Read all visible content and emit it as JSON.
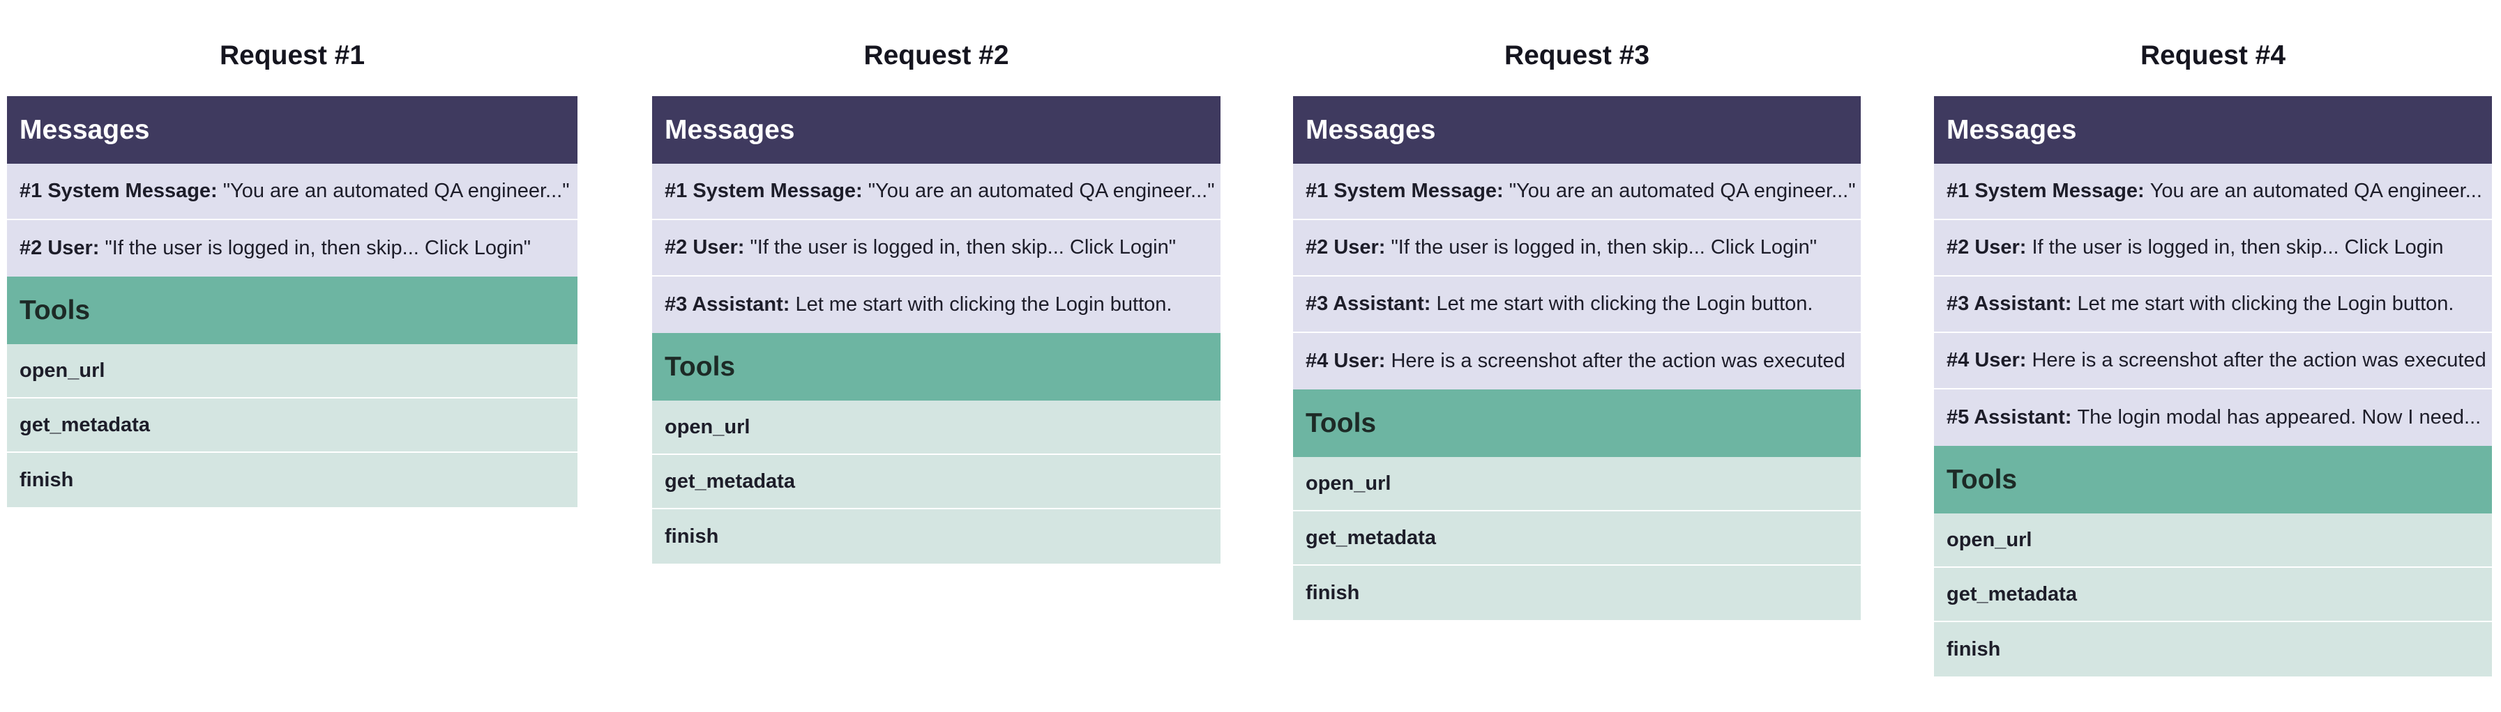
{
  "requests": [
    {
      "title": "Request #1",
      "messages_header": "Messages",
      "messages": [
        {
          "label": "#1 System Message:",
          "text": "\"You are an automated QA engineer...\""
        },
        {
          "label": "#2 User:",
          "text": "\"If the user is logged in, then skip... Click Login\""
        }
      ],
      "tools_header": "Tools",
      "tools": [
        "open_url",
        "get_metadata",
        "finish"
      ]
    },
    {
      "title": "Request #2",
      "messages_header": "Messages",
      "messages": [
        {
          "label": "#1 System Message:",
          "text": "\"You are an automated QA engineer...\""
        },
        {
          "label": "#2 User:",
          "text": "\"If the user is logged in, then skip... Click Login\""
        },
        {
          "label": "#3 Assistant:",
          "text": "Let me start with clicking the Login button."
        }
      ],
      "tools_header": "Tools",
      "tools": [
        "open_url",
        "get_metadata",
        "finish"
      ]
    },
    {
      "title": "Request #3",
      "messages_header": "Messages",
      "messages": [
        {
          "label": "#1 System Message:",
          "text": "\"You are an automated QA engineer...\""
        },
        {
          "label": "#2 User:",
          "text": "\"If the user is logged in, then skip... Click Login\""
        },
        {
          "label": "#3 Assistant:",
          "text": "Let me start with clicking the Login button."
        },
        {
          "label": "#4 User:",
          "text": "Here is a screenshot after the action was executed"
        }
      ],
      "tools_header": "Tools",
      "tools": [
        "open_url",
        "get_metadata",
        "finish"
      ]
    },
    {
      "title": "Request #4",
      "messages_header": "Messages",
      "messages": [
        {
          "label": "#1 System Message:",
          "text": "You are an automated QA engineer..."
        },
        {
          "label": "#2 User:",
          "text": "If the user is logged in, then skip... Click Login"
        },
        {
          "label": "#3 Assistant:",
          "text": "Let me start with clicking the Login button."
        },
        {
          "label": "#4 User:",
          "text": "Here is a screenshot after the action was executed"
        },
        {
          "label": "#5 Assistant:",
          "text": "The login modal has appeared. Now I need..."
        }
      ],
      "tools_header": "Tools",
      "tools": [
        "open_url",
        "get_metadata",
        "finish"
      ]
    }
  ]
}
